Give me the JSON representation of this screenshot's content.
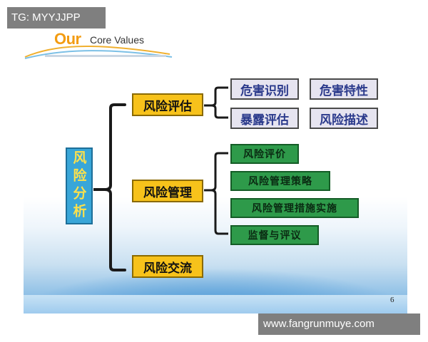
{
  "watermarks": {
    "top_left": "TG: MYYJJPP",
    "bottom_right": "www.fangrunmuye.com"
  },
  "logo": {
    "our": "Our",
    "core_values": "Core Values"
  },
  "diagram": {
    "root": "风险分析",
    "branches": [
      {
        "label": "风险评估",
        "children": [
          "危害识别",
          "危害特性",
          "暴露评估",
          "风险描述"
        ]
      },
      {
        "label": "风险管理",
        "children": [
          "风险评价",
          "风险管理策略",
          "风险管理措施实施",
          "监督与评议"
        ]
      },
      {
        "label": "风险交流",
        "children": []
      }
    ]
  },
  "page_number": "6",
  "colors": {
    "yellow_box": "#f7c21b",
    "purple_box": "#e6e4f0",
    "green_box": "#2e9a4a",
    "root_box": "#39a6d8",
    "bracket": "#1a1a1a"
  }
}
